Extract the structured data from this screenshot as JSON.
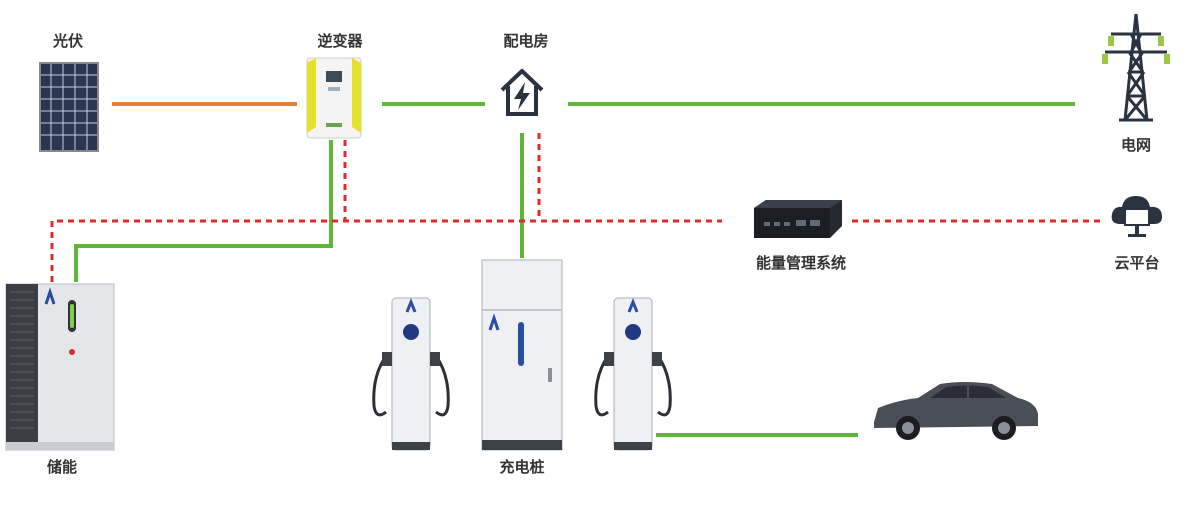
{
  "diagram": {
    "labels": {
      "solar": "光伏",
      "inverter": "逆变器",
      "distribution": "配电房",
      "grid": "电网",
      "ems": "能量管理系统",
      "cloud": "云平台",
      "storage": "储能",
      "charger": "充电桩"
    },
    "colors": {
      "power_line": "#5db83a",
      "solar_line": "#e8803a",
      "signal_line": "#e02b2b",
      "label": "#333333"
    },
    "icons": {
      "solar": "solar-panel-icon",
      "inverter": "inverter-icon",
      "distribution": "house-lightning-icon",
      "grid": "transmission-tower-icon",
      "ems": "industrial-pc-icon",
      "cloud": "cloud-computer-icon",
      "storage": "battery-cabinet-icon",
      "charger": "ev-charger-icon",
      "car": "suv-car-icon"
    }
  }
}
